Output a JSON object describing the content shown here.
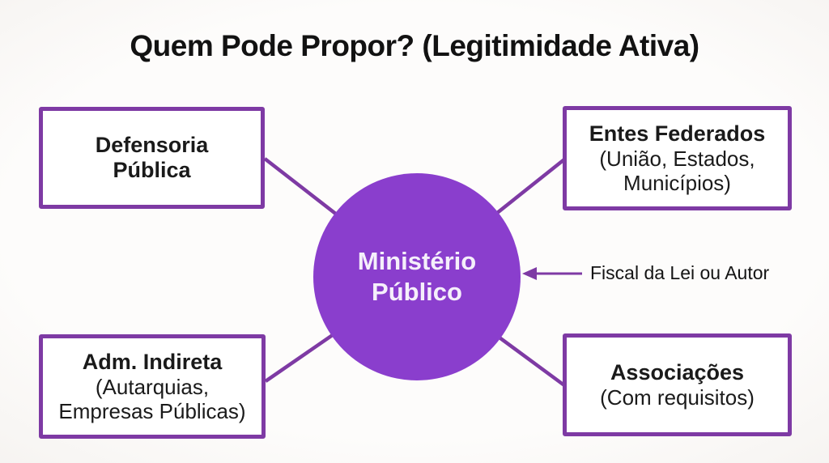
{
  "title": "Quem Pode Propor? (Legitimidade Ativa)",
  "center_node": {
    "label_lines": [
      "Ministério",
      "Público"
    ]
  },
  "boxes": [
    {
      "id": "defensoria-publica",
      "title_lines": [
        "Defensoria",
        "Pública"
      ],
      "subtitle_lines": []
    },
    {
      "id": "entes-federados",
      "title_lines": [
        "Entes Federados"
      ],
      "subtitle_lines": [
        "(União, Estados,",
        "Municípios)"
      ]
    },
    {
      "id": "adm-indireta",
      "title_lines": [
        "Adm. Indireta"
      ],
      "subtitle_lines": [
        "(Autarquias,",
        "Empresas Públicas)"
      ]
    },
    {
      "id": "associacoes",
      "title_lines": [
        "Associações"
      ],
      "subtitle_lines": [
        "(Com requisitos)"
      ]
    }
  ],
  "annotation": {
    "label": "Fiscal da Lei ou Autor"
  },
  "colors": {
    "circle_fill": "#8a3ecd",
    "box_border": "#7e3aa4",
    "connector_line": "#7e3aa4",
    "arrow": "#7e3aa4",
    "circle_text": "#f5effb",
    "text_dark": "#141414",
    "background": "#fdfcfb"
  }
}
